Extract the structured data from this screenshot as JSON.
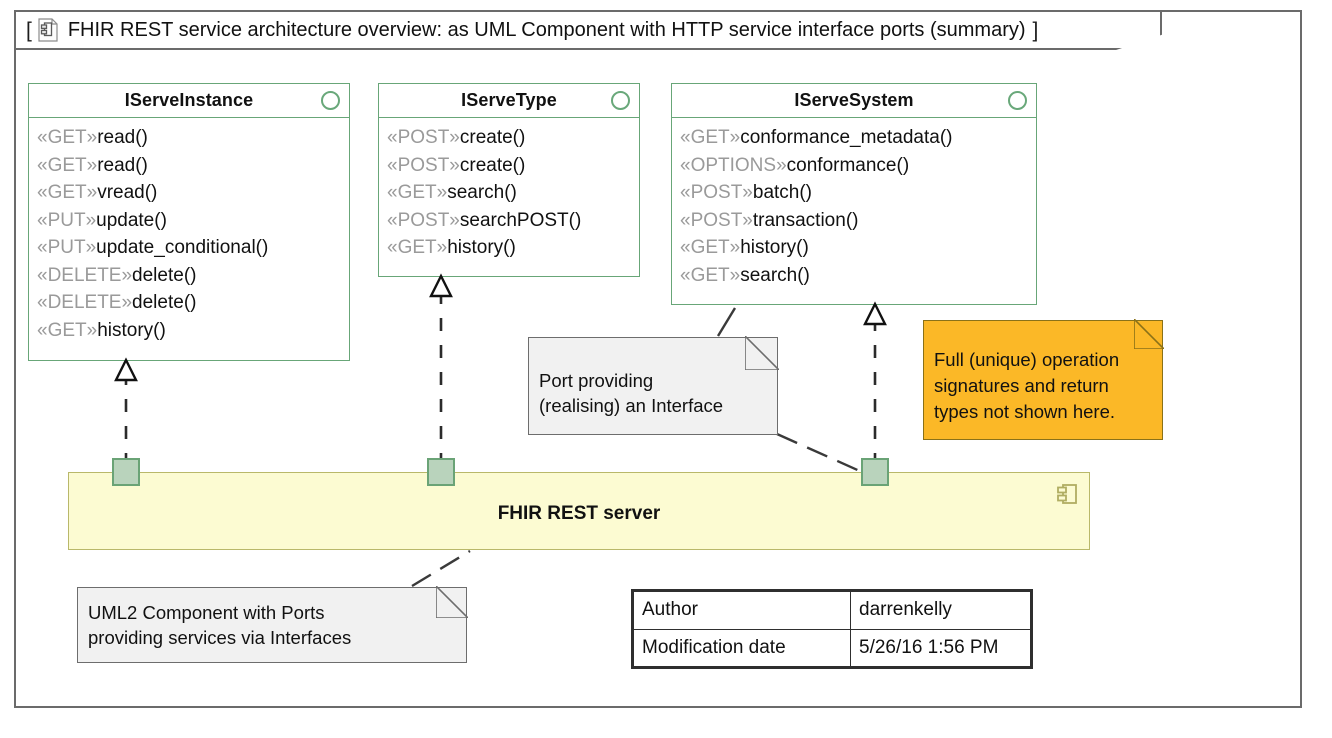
{
  "frame": {
    "bracket_open": "[",
    "bracket_close": "]",
    "icon": "component-document-icon",
    "title": "FHIR REST service architecture overview: as UML Component with HTTP service interface ports (summary)"
  },
  "interfaces": [
    {
      "name": "IServeInstance",
      "icon": "interface-circle-icon",
      "operations": [
        {
          "stereotype": "«GET»",
          "signature": "read()"
        },
        {
          "stereotype": "«GET»",
          "signature": "read()"
        },
        {
          "stereotype": "«GET»",
          "signature": "vread()"
        },
        {
          "stereotype": "«PUT»",
          "signature": "update()"
        },
        {
          "stereotype": "«PUT»",
          "signature": "update_conditional()"
        },
        {
          "stereotype": "«DELETE»",
          "signature": "delete()"
        },
        {
          "stereotype": "«DELETE»",
          "signature": "delete()"
        },
        {
          "stereotype": "«GET»",
          "signature": "history()"
        }
      ]
    },
    {
      "name": "IServeType",
      "icon": "interface-circle-icon",
      "operations": [
        {
          "stereotype": "«POST»",
          "signature": "create()"
        },
        {
          "stereotype": "«POST»",
          "signature": "create()"
        },
        {
          "stereotype": "«GET»",
          "signature": "search()"
        },
        {
          "stereotype": "«POST»",
          "signature": "searchPOST()"
        },
        {
          "stereotype": "«GET»",
          "signature": "history()"
        }
      ]
    },
    {
      "name": "IServeSystem",
      "icon": "interface-circle-icon",
      "operations": [
        {
          "stereotype": "«GET»",
          "signature": "conformance_metadata()"
        },
        {
          "stereotype": "«OPTIONS»",
          "signature": "conformance()"
        },
        {
          "stereotype": "«POST»",
          "signature": "batch()"
        },
        {
          "stereotype": "«POST»",
          "signature": "transaction()"
        },
        {
          "stereotype": "«GET»",
          "signature": "history()"
        },
        {
          "stereotype": "«GET»",
          "signature": "search()"
        }
      ]
    }
  ],
  "component": {
    "name": "FHIR REST server",
    "icon": "uml-component-icon",
    "ports": [
      "port-iserveinstance",
      "port-iservetype",
      "port-iservesystem"
    ]
  },
  "notes": [
    {
      "id": "note-port-providing",
      "line1": "Port providing",
      "line2": "(realising) an Interface",
      "color": "#f1f1f1"
    },
    {
      "id": "note-signatures",
      "line1": "Full (unique) operation",
      "line2": "signatures and return",
      "line3": "types not shown here.",
      "color": "#fbb827"
    },
    {
      "id": "note-uml2-component",
      "line1": "UML2 Component with Ports",
      "line2": "providing services via Interfaces",
      "color": "#f1f1f1"
    }
  ],
  "metadata_table": {
    "rows": [
      {
        "key": "Author",
        "value": "darrenkelly"
      },
      {
        "key": "Modification date",
        "value": "5/26/16 1:56 PM"
      }
    ]
  },
  "colors": {
    "interface_border": "#68a678",
    "component_fill": "#fcfbd2",
    "component_border": "#b9b86a",
    "port_fill": "#b9d3bc",
    "port_border": "#6aa376",
    "note_orange": "#fbb827",
    "note_grey": "#f1f1f1",
    "frame_border": "#6b6b6b"
  }
}
